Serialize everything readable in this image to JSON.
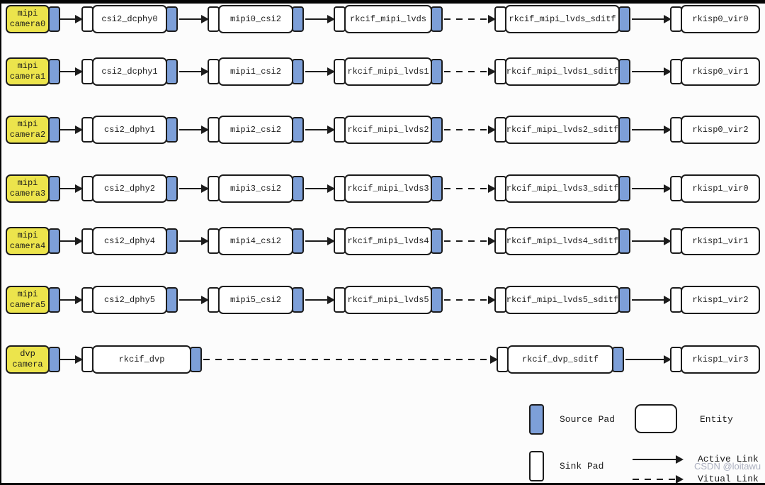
{
  "legend": {
    "source_pad": "Source Pad",
    "sink_pad": "Sink Pad",
    "entity": "Entity",
    "active_link": "Active Link",
    "virtual_link": "Vitual Link"
  },
  "watermark": "CSDN @loitawu",
  "colors": {
    "source_pad_fill": "#7d9fd8",
    "camera_fill": "#ece44c",
    "line": "#1c1c1c"
  },
  "rows": [
    {
      "camera": "mipi\ncamera0",
      "phy": "csi2_dcphy0",
      "csi": "mipi0_csi2",
      "cif": "rkcif_mipi_lvds",
      "sditf": "rkcif_mipi_lvds_sditf",
      "isp": "rkisp0_vir0"
    },
    {
      "camera": "mipi\ncamera1",
      "phy": "csi2_dcphy1",
      "csi": "mipi1_csi2",
      "cif": "rkcif_mipi_lvds1",
      "sditf": "rkcif_mipi_lvds1_sditf",
      "isp": "rkisp0_vir1"
    },
    {
      "camera": "mipi\ncamera2",
      "phy": "csi2_dphy1",
      "csi": "mipi2_csi2",
      "cif": "rkcif_mipi_lvds2",
      "sditf": "rkcif_mipi_lvds2_sditf",
      "isp": "rkisp0_vir2"
    },
    {
      "camera": "mipi\ncamera3",
      "phy": "csi2_dphy2",
      "csi": "mipi3_csi2",
      "cif": "rkcif_mipi_lvds3",
      "sditf": "rkcif_mipi_lvds3_sditf",
      "isp": "rkisp1_vir0"
    },
    {
      "camera": "mipi\ncamera4",
      "phy": "csi2_dphy4",
      "csi": "mipi4_csi2",
      "cif": "rkcif_mipi_lvds4",
      "sditf": "rkcif_mipi_lvds4_sditf",
      "isp": "rkisp1_vir1"
    },
    {
      "camera": "mipi\ncamera5",
      "phy": "csi2_dphy5",
      "csi": "mipi5_csi2",
      "cif": "rkcif_mipi_lvds5",
      "sditf": "rkcif_mipi_lvds5_sditf",
      "isp": "rkisp1_vir2"
    },
    {
      "camera": "dvp\ncamera",
      "cif": "rkcif_dvp",
      "sditf": "rkcif_dvp_sditf",
      "isp": "rkisp1_vir3"
    }
  ]
}
